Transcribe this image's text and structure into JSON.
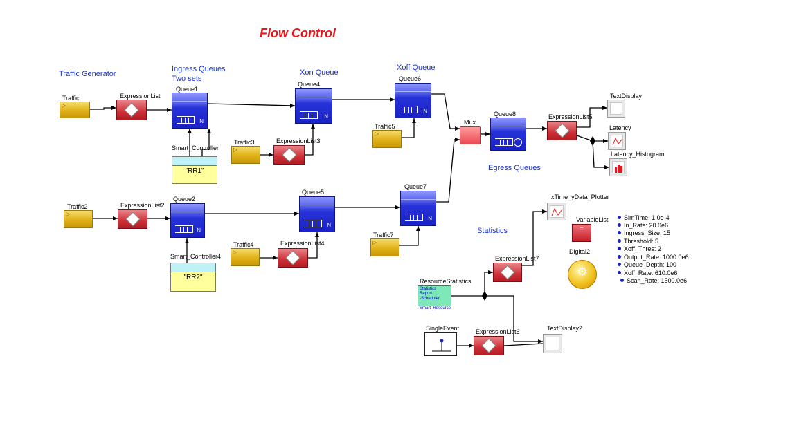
{
  "title": "Flow Control",
  "sections": {
    "traffic_generator": "Traffic Generator",
    "ingress_queues": "Ingress Queues",
    "two_sets": "Two sets",
    "xon_queue": "Xon Queue",
    "xoff_queue": "Xoff Queue",
    "egress_queues": "Egress Queues",
    "statistics": "Statistics"
  },
  "blocks": {
    "traffic": "Traffic",
    "traffic2": "Traffic2",
    "traffic3": "Traffic3",
    "traffic4": "Traffic4",
    "traffic5": "Traffic5",
    "traffic7": "Traffic7",
    "expressionlist": "ExpressionList",
    "expressionlist2": "ExpressionList2",
    "expressionlist3": "ExpressionList3",
    "expressionlist4": "ExpressionList4",
    "expressionlist5": "ExpressionList5",
    "expressionlist6": "ExpressionList6",
    "expressionlist7": "ExpressionList7",
    "queue1": "Queue1",
    "queue2": "Queue2",
    "queue4": "Queue4",
    "queue5": "Queue5",
    "queue6": "Queue6",
    "queue7": "Queue7",
    "queue8": "Queue8",
    "mux": "Mux",
    "smart_controller": "Smart_Controller",
    "smart_controller4": "Smart_Controller4",
    "rr1": "\"RR1\"",
    "rr2": "\"RR2\"",
    "textdisplay": "TextDisplay",
    "textdisplay2": "TextDisplay2",
    "latency": "Latency",
    "latency_histogram": "Latency_Histogram",
    "plotter": "xTime_yData_Plotter",
    "variablelist": "VariableList",
    "digital2": "Digital2",
    "resourcestatistics": "ResourceStatistics",
    "singleevent": "SingleEvent",
    "res_line1": "Statistics Report",
    "res_line2": "-Scheduler",
    "res_line3": "-Smart_Resource",
    "queue_n": "N"
  },
  "parameters": [
    "SimTime: 1.0e-4",
    "In_Rate: 20.0e6",
    "Ingress_Size: 15",
    "Threshold: 5",
    "Xoff_Thres: 2",
    "Output_Rate: 1000.0e6",
    "Queue_Depth: 100",
    "Xoff_Rate: 610.0e6",
    "Scan_Rate: 1500.0e6"
  ],
  "colors": {
    "title": "#e8161a",
    "section_label": "#1a33cc",
    "queue": "#2632d8",
    "expression": "#cf3038",
    "traffic": "#e0b118",
    "controller": "#ffff9e"
  }
}
